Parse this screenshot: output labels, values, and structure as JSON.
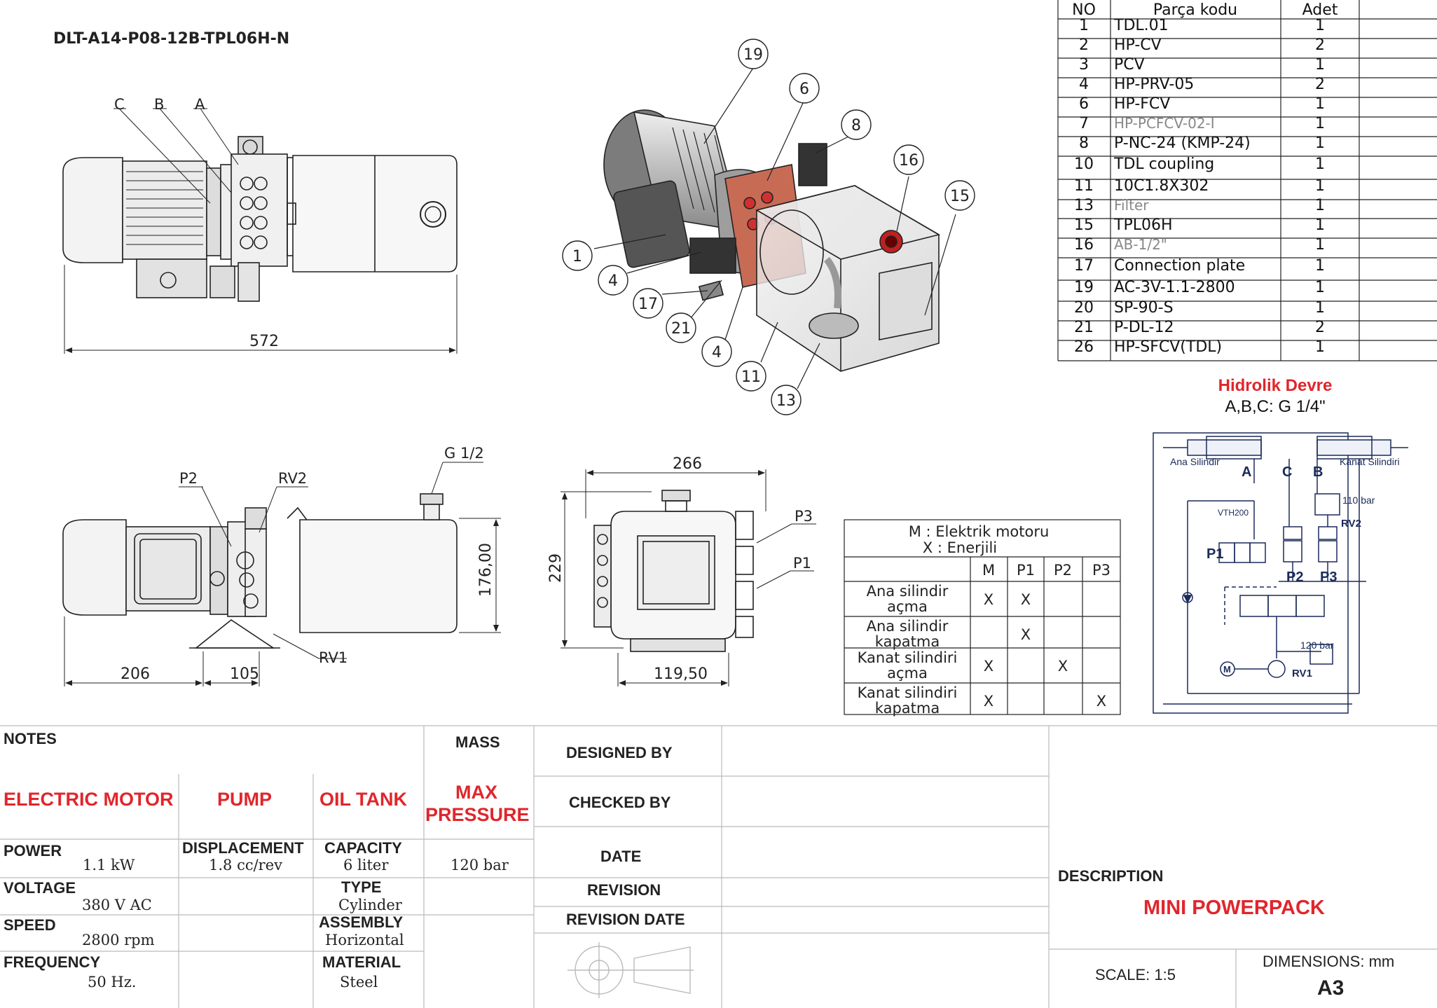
{
  "drawing": {
    "part_number": "DLT-A14-P08-12B-TPL06H-N",
    "port_labels_top": [
      "C",
      "B",
      "A"
    ],
    "dims_top": [
      "572"
    ],
    "side_labels": [
      "P2",
      "RV2",
      "G 1/2",
      "RV1"
    ],
    "dims_side": [
      "206",
      "105",
      "176,00"
    ],
    "end_labels": [
      "P3",
      "P1"
    ],
    "dims_end": [
      "266",
      "229",
      "119,50"
    ],
    "balloons": [
      "19",
      "6",
      "8",
      "16",
      "15",
      "1",
      "4",
      "17",
      "21",
      "4",
      "11",
      "13"
    ]
  },
  "bom": {
    "headers": [
      "NO",
      "Parça kodu",
      "Adet"
    ],
    "rows": [
      [
        "1",
        "TDL.01",
        "1"
      ],
      [
        "2",
        "HP-CV",
        "2"
      ],
      [
        "3",
        "PCV",
        "1"
      ],
      [
        "4",
        "HP-PRV-05",
        "2"
      ],
      [
        "6",
        "HP-FCV",
        "1"
      ],
      [
        "7",
        "HP-PCFCV-02-I",
        "1"
      ],
      [
        "8",
        "P-NC-24 (KMP-24)",
        "1"
      ],
      [
        "10",
        "TDL coupling",
        "1"
      ],
      [
        "11",
        "10C1.8X302",
        "1"
      ],
      [
        "13",
        "Filter",
        "1"
      ],
      [
        "15",
        "TPL06H",
        "1"
      ],
      [
        "16",
        "AB-1/2\"",
        "1"
      ],
      [
        "17",
        "Connection plate",
        "1"
      ],
      [
        "19",
        "AC-3V-1.1-2800",
        "1"
      ],
      [
        "20",
        "SP-90-S",
        "1"
      ],
      [
        "21",
        "P-DL-12",
        "2"
      ],
      [
        "26",
        "HP-SFCV(TDL)",
        "1"
      ]
    ]
  },
  "circuit": {
    "title": "Hidrolik Devre",
    "subtitle": "A,B,C: G 1/4\"",
    "cyl_left": "Ana Silindir",
    "cyl_right": "Kanat Silindiri",
    "ports": [
      "A",
      "C",
      "B"
    ],
    "valve_labels": [
      "P1",
      "P2",
      "P3"
    ],
    "pressure_high": "110 bar",
    "pressure_low": "120 bar",
    "valve_names": [
      "VTH200",
      "RV2",
      "RV1",
      "M"
    ]
  },
  "switch_table": {
    "legend": [
      "M : Elektrik motoru",
      "X : Enerjili"
    ],
    "headers": [
      "M",
      "P1",
      "P2",
      "P3"
    ],
    "rows": [
      {
        "label": [
          "Ana silindir",
          "açma"
        ],
        "cells": [
          "X",
          "X",
          "",
          ""
        ]
      },
      {
        "label": [
          "Ana silindir",
          "kapatma"
        ],
        "cells": [
          "",
          "X",
          "",
          ""
        ]
      },
      {
        "label": [
          "Kanat silindiri",
          "açma"
        ],
        "cells": [
          "X",
          "",
          "X",
          ""
        ]
      },
      {
        "label": [
          "Kanat silindiri",
          "kapatma"
        ],
        "cells": [
          "X",
          "",
          "",
          "X"
        ]
      }
    ]
  },
  "titleblock": {
    "notes": "NOTES",
    "mass": "MASS",
    "electric_motor": "ELECTRIC MOTOR",
    "pump": "PUMP",
    "oil_tank": "OIL TANK",
    "max_pressure": [
      "MAX",
      "PRESSURE"
    ],
    "power_label": "POWER",
    "power_value": "1.1 kW",
    "voltage_label": "VOLTAGE",
    "voltage_value": "380 V AC",
    "speed_label": "SPEED",
    "speed_value": "2800 rpm",
    "frequency_label": "FREQUENCY",
    "frequency_value": "50 Hz.",
    "displacement_label": "DISPLACEMENT",
    "displacement_value": "1.8 cc/rev",
    "capacity_label": "CAPACITY",
    "capacity_value": "6 liter",
    "type_label": "TYPE",
    "type_value": "Cylinder",
    "assembly_label": "ASSEMBLY",
    "assembly_value": "Horizontal",
    "material_label": "MATERIAL",
    "material_value": "Steel",
    "max_pressure_value": "120 bar",
    "designed_by": "DESIGNED BY",
    "checked_by": "CHECKED BY",
    "date": "DATE",
    "revision": "REVISION",
    "revision_date": "REVISION DATE",
    "description_label": "DESCRIPTION",
    "description_value": "MINI POWERPACK",
    "scale": "SCALE: 1:5",
    "dimensions": "DIMENSIONS: mm",
    "size": "A3"
  },
  "colors": {
    "accent_red": "#e0262c",
    "circuit_blue": "#1a2a5a",
    "line": "#222222"
  }
}
